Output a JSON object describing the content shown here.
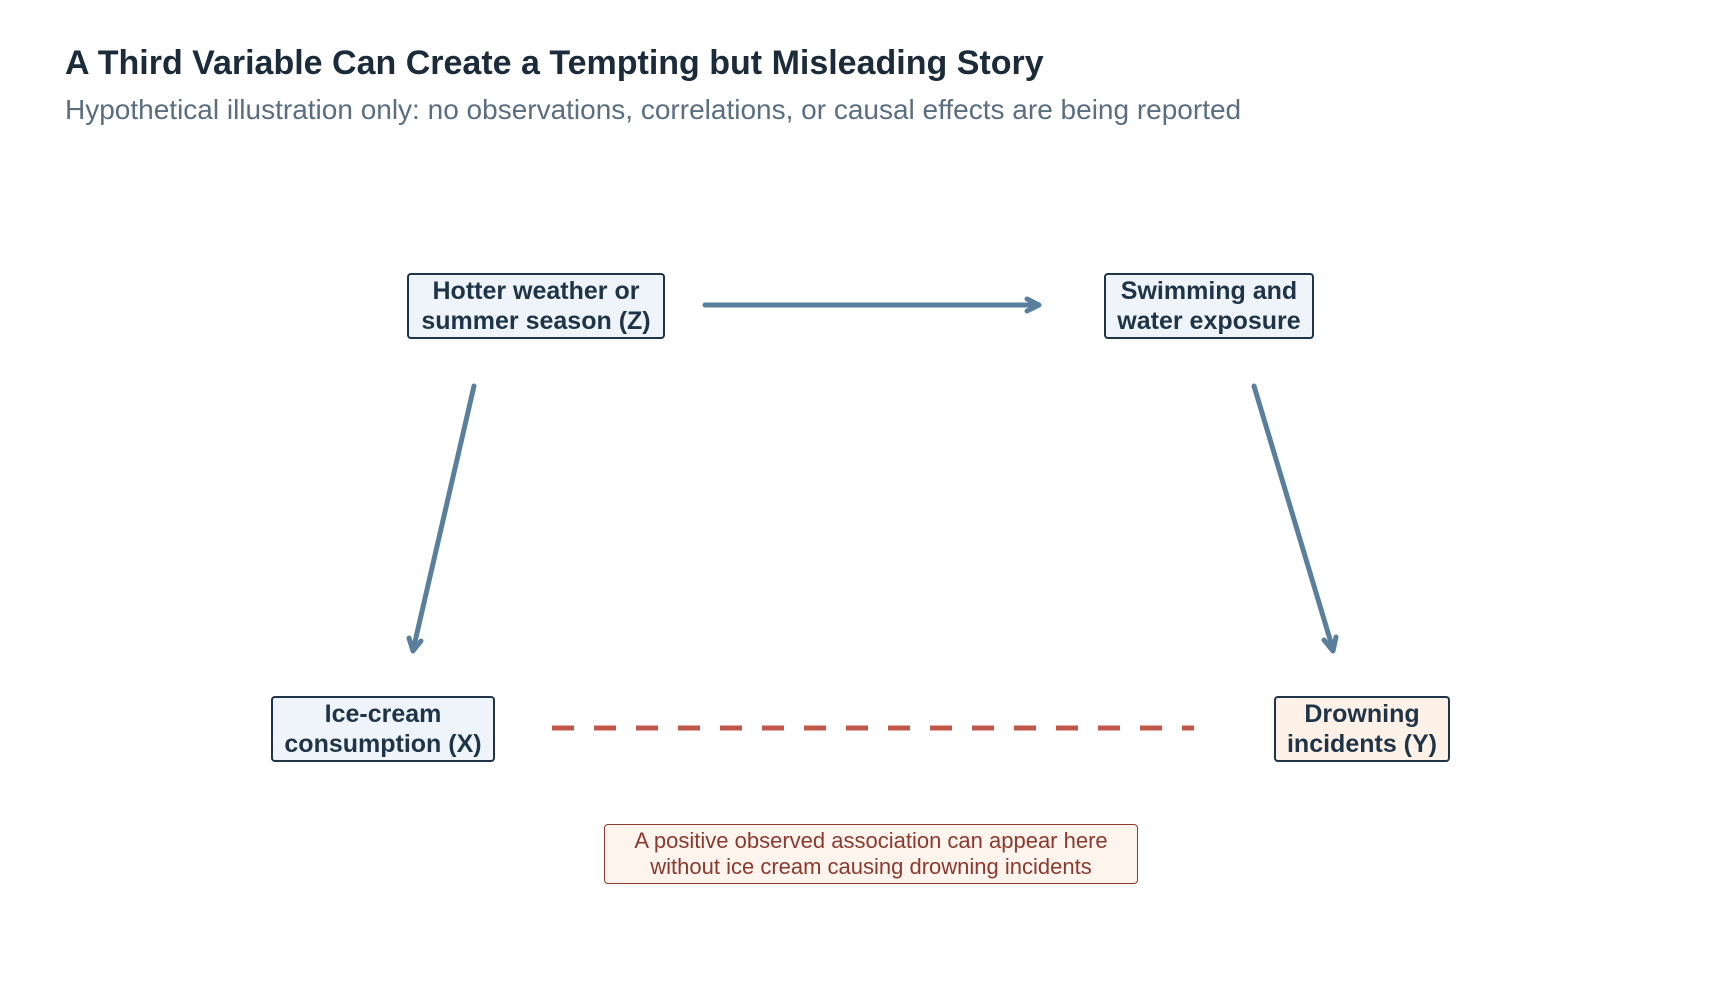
{
  "header": {
    "title": "A Third Variable Can Create a Tempting but Misleading Story",
    "subtitle": "Hypothetical illustration only: no observations, correlations, or causal effects are being reported"
  },
  "nodes": {
    "confounder": {
      "line1": "Hotter weather or",
      "line2": "summer season (Z)"
    },
    "mediator": {
      "line1": "Swimming and",
      "line2": "water exposure"
    },
    "exposure": {
      "line1": "Ice-cream",
      "line2": "consumption (X)"
    },
    "outcome": {
      "line1": "Drowning",
      "line2": "incidents (Y)"
    }
  },
  "note": {
    "line1": "A positive observed association can appear here",
    "line2": "without ice cream causing drowning incidents"
  },
  "colors": {
    "causal_arrow": "#5a7f9c",
    "spurious_link": "#c0584a",
    "node_border": "#1f3447",
    "node_fill_blue": "#eef4f9",
    "node_fill_peach": "#fdf1e8",
    "note_text": "#8a3a2e"
  }
}
